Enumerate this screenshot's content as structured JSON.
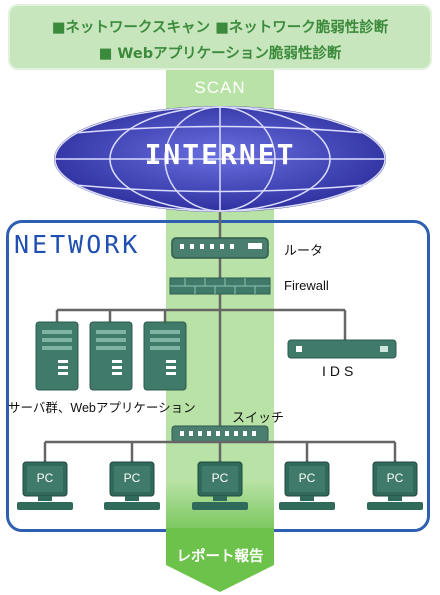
{
  "banner": {
    "item1": "■ネットワークスキャン",
    "item2": "■ネットワーク脆弱性診断",
    "item3": "■ Webアプリケーション脆弱性診断"
  },
  "scan_label": "SCAN",
  "internet_label": "INTERNET",
  "network_label": "NETWORK",
  "devices": {
    "router": "ルータ",
    "firewall": "Firewall",
    "ids": "IDS",
    "switch": "スイッチ",
    "servers": "サーバ群、Webアプリケーション"
  },
  "pc_label": "PC",
  "report_label": "レポート報告",
  "colors": {
    "banner_bg": "#c8e6bd",
    "banner_text": "#3c8a3c",
    "scan_band": "#b9e3a6",
    "network_border": "#2f5fb0",
    "globe": "#3a3aa8",
    "device": "#3f7a6a"
  }
}
